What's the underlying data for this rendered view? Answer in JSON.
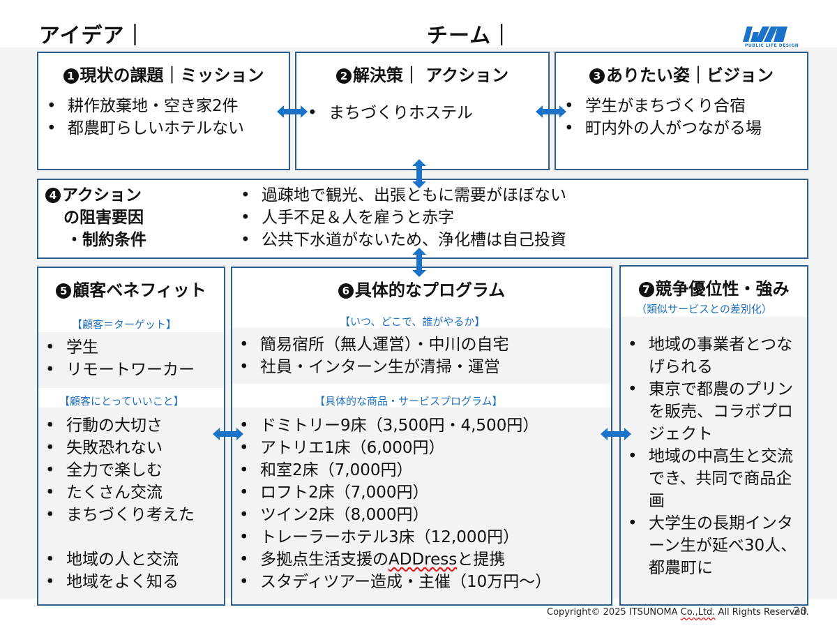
{
  "header": {
    "idea": "アイデア｜",
    "team": "チーム｜"
  },
  "logo": {
    "subtitle": "PUBLIC LIFE DESIGN",
    "colors": {
      "brand": "#1a73c8"
    }
  },
  "box1": {
    "num": "1",
    "title": "現状の課題｜ミッション",
    "items": [
      "耕作放棄地・空き家2件",
      "都農町らしいホテルない"
    ]
  },
  "box2": {
    "num": "2",
    "title": "解決策｜ アクション",
    "items": [
      "まちづくりホステル"
    ]
  },
  "box3": {
    "num": "3",
    "title": "ありたい姿｜ビジョン",
    "items": [
      "学生がまちづくり合宿",
      "町内外の人がつながる場"
    ]
  },
  "box4": {
    "num": "4",
    "title_lines": [
      "アクション",
      "の阻害要因",
      "・制約条件"
    ],
    "items": [
      "過疎地で観光、出張ともに需要がほぼない",
      "人手不足＆人を雇うと赤字",
      "公共下水道がないため、浄化槽は自己投資"
    ]
  },
  "box5": {
    "num": "5",
    "title": "顧客ベネフィット",
    "sub1": "【顧客＝ターゲット】",
    "targets": [
      "学生",
      "リモートワーカー"
    ],
    "sub2": "【顧客にとっていいこと】",
    "benefits": [
      "行動の大切さ",
      "失敗恐れない",
      "全力で楽しむ",
      "たくさん交流",
      "まちづくり考えた",
      "",
      "地域の人と交流",
      "地域をよく知る"
    ]
  },
  "box6": {
    "num": "6",
    "title": "具体的なプログラム",
    "sub1": "【いつ、どこで、誰がやるか】",
    "who": [
      "簡易宿所（無人運営）・中川の自宅",
      "社員・インターン生が清掃・運営"
    ],
    "sub2": "【具体的な商品・サービスプログラム】",
    "programs": [
      "ドミトリー9床（3,500円・4,500円）",
      "アトリエ1床（6,000円）",
      "和室2床（7,000円）",
      "ロフト2床（7,000円）",
      "ツイン2床（8,000円）",
      "トレーラーホテル3床（12,000円）"
    ],
    "program_addr": {
      "pre": "多拠点生活支援の",
      "mark": "ADDress",
      "post": "と提携"
    },
    "program_last": "スタディツアー造成・主催（10万円～）"
  },
  "box7": {
    "num": "7",
    "title": "競争優位性・強み",
    "sub1": "（類似サービスとの差別化）",
    "items": [
      "地域の事業者とつなげられる",
      "東京で都農のプリンを販売、コラボプロジェクト",
      "地域の中高生と交流でき、共同で商品企画",
      "大学生の長期インターン生が延べ30人、都農町に"
    ]
  },
  "footer": {
    "pre": "Copyright© 2025 ITSUNOMA ",
    "mark": "Co.,Ltd.",
    "post": "  All Rights Reserved.",
    "page": "20"
  },
  "colors": {
    "box_border": "#2e5e8f",
    "arrow": "#1a73c8",
    "subhead": "#1f6fbf"
  }
}
